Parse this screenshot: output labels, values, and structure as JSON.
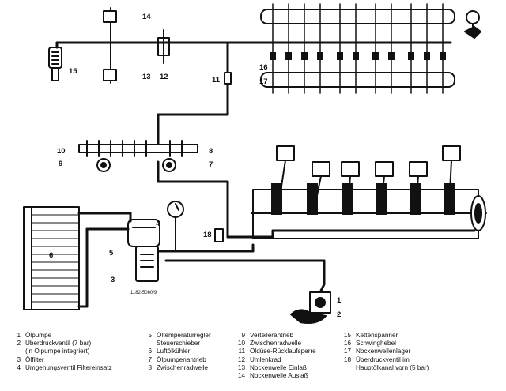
{
  "figure": {
    "drawing_number": "1182-5060/9",
    "callouts": [
      "1",
      "2",
      "3",
      "4",
      "5",
      "6",
      "7",
      "8",
      "9",
      "10",
      "11",
      "12",
      "13",
      "14",
      "15",
      "16",
      "17",
      "18"
    ]
  },
  "legend": {
    "columns": [
      [
        {
          "n": "1",
          "text": "Ölpumpe"
        },
        {
          "n": "2",
          "text": "Überdruckventil (7 bar)"
        },
        {
          "n": "",
          "text": "(in Ölpumpe integriert)"
        },
        {
          "n": "3",
          "text": "Ölfilter"
        },
        {
          "n": "4",
          "text": "Umgehungsventil Filtereinsatz"
        }
      ],
      [
        {
          "n": "5",
          "text": "Öltemperaturregler"
        },
        {
          "n": "",
          "text": "Steuerschieber"
        },
        {
          "n": "6",
          "text": "Luftölkühler"
        },
        {
          "n": "7",
          "text": "Ölpumpenantrieb"
        },
        {
          "n": "8",
          "text": "Zwischenradwelle"
        }
      ],
      [
        {
          "n": "9",
          "text": "Verteilerantrieb"
        },
        {
          "n": "10",
          "text": "Zwischenradwelle"
        },
        {
          "n": "11",
          "text": "Öldüse-Rücklaufsperre"
        },
        {
          "n": "12",
          "text": "Umlenkrad"
        },
        {
          "n": "13",
          "text": "Nockenwelle Einlaß"
        },
        {
          "n": "14",
          "text": "Nockenwelle Auslaß"
        }
      ],
      [
        {
          "n": "15",
          "text": "Kettenspanner"
        },
        {
          "n": "16",
          "text": "Schwinghebel"
        },
        {
          "n": "17",
          "text": "Nockenwellenlager"
        },
        {
          "n": "18",
          "text": "Überdruckventil im"
        },
        {
          "n": "",
          "text": "Hauptölkanal vorn (5 bar)"
        }
      ]
    ]
  }
}
